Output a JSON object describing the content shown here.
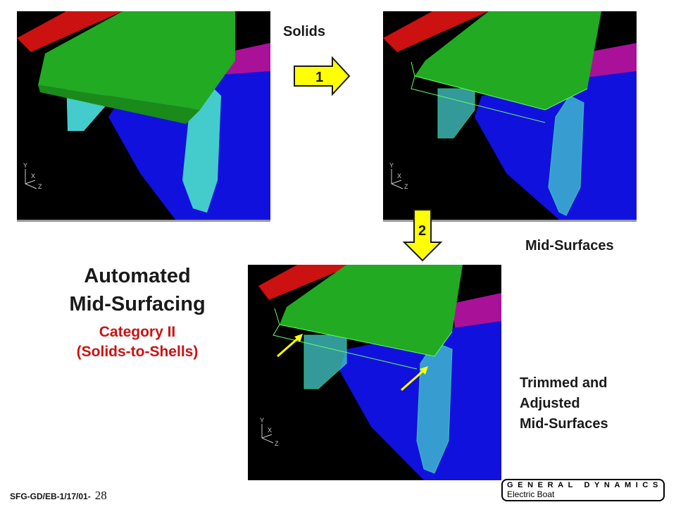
{
  "labels": {
    "solids": "Solids",
    "mid_surfaces": "Mid-Surfaces",
    "trimmed": [
      "Trimmed and",
      "Adjusted",
      "Mid-Surfaces"
    ]
  },
  "title": {
    "line1": "Automated",
    "line2": "Mid-Surfacing",
    "category_line1": "Category II",
    "category_line2": "(Solids-to-Shells)"
  },
  "steps": [
    {
      "number": "1",
      "direction": "right"
    },
    {
      "number": "2",
      "direction": "down"
    }
  ],
  "axes": {
    "y": "Y",
    "x": "X",
    "z": "Z"
  },
  "footer": {
    "ref": "SFG-GD/EB-1/17/01-",
    "page": "28"
  },
  "logo": {
    "line1": "GENERAL DYNAMICS",
    "line2": "Electric Boat"
  },
  "colors": {
    "accent_red": "#cc1111",
    "arrow_yellow": "#ffff00",
    "render_bg": "#000000",
    "solid_green": "#22aa22",
    "cyan": "#44cccc",
    "blue": "#1111dd",
    "magenta": "#aa1199",
    "red_plate": "#cc1111"
  },
  "icons": [
    "right-arrow-icon",
    "down-arrow-icon",
    "pointer-arrow-icon",
    "axis-triad-icon"
  ]
}
